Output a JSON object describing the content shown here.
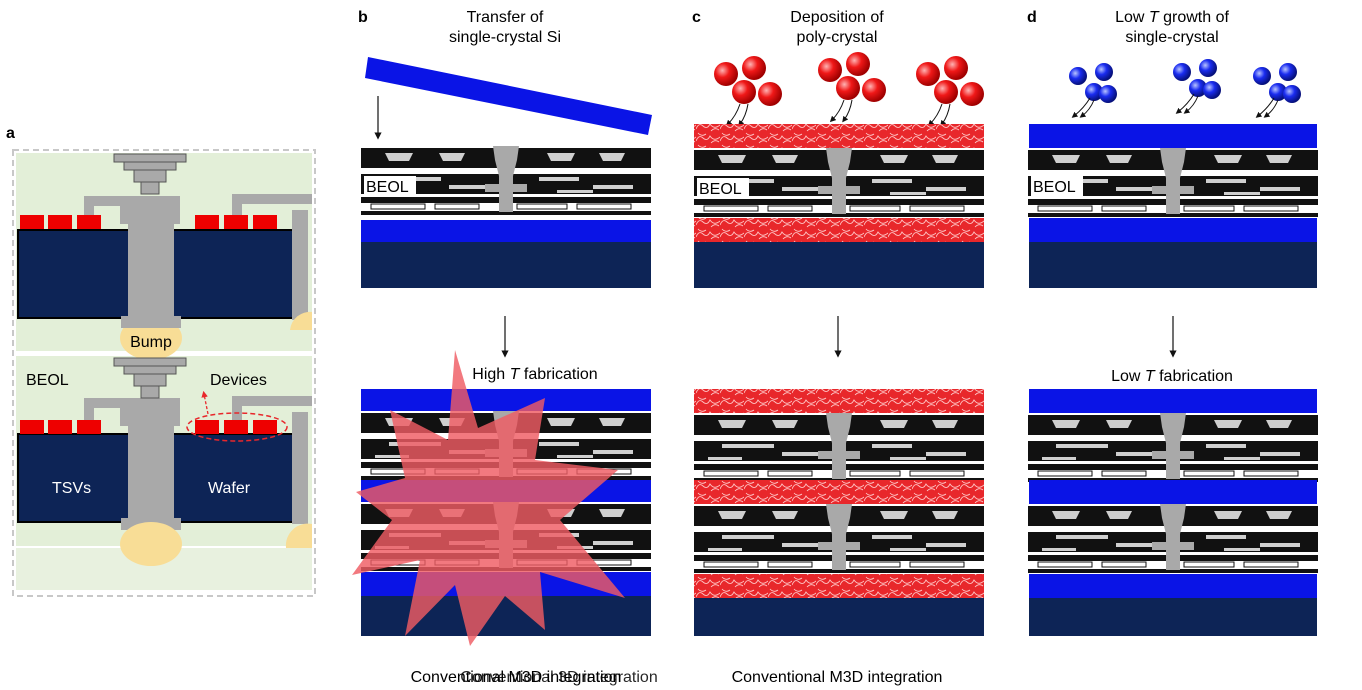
{
  "panels": {
    "a": {
      "letter": "a",
      "labels": {
        "bump": "Bump",
        "beol": "BEOL",
        "devices": "Devices",
        "tsvs": "TSVs",
        "wafer": "Wafer"
      }
    },
    "b": {
      "letter": "b",
      "title_line1": "Transfer of",
      "title_line2": "single-crystal Si",
      "beol": "BEOL",
      "step_prefix": "High ",
      "step_italic": "T",
      "step_suffix": " fabrication",
      "caption": "Conventional M3D integration",
      "caption_overlap": "Conventional 3D integration"
    },
    "c": {
      "letter": "c",
      "title_line1": "Deposition of",
      "title_line2": "poly-crystal",
      "beol": "BEOL",
      "caption": "Conventional M3D integration"
    },
    "d": {
      "letter": "d",
      "title_prefix": "Low ",
      "title_italic": "T",
      "title_suffix": " growth of",
      "title_line2": "single-crystal",
      "beol": "BEOL",
      "step_prefix": "Low ",
      "step_italic": "T",
      "step_suffix": " fabrication"
    }
  },
  "colors": {
    "wafer": "#0d2456",
    "si_single_crystal": "#0a14e6",
    "poly_crystal": "#e8272b",
    "beol_black": "#111111",
    "via_grey": "#a9a9a9",
    "background_green": "#e3efd8",
    "bump_yellow": "#f8dd96",
    "explosion": "#ef5b63"
  }
}
